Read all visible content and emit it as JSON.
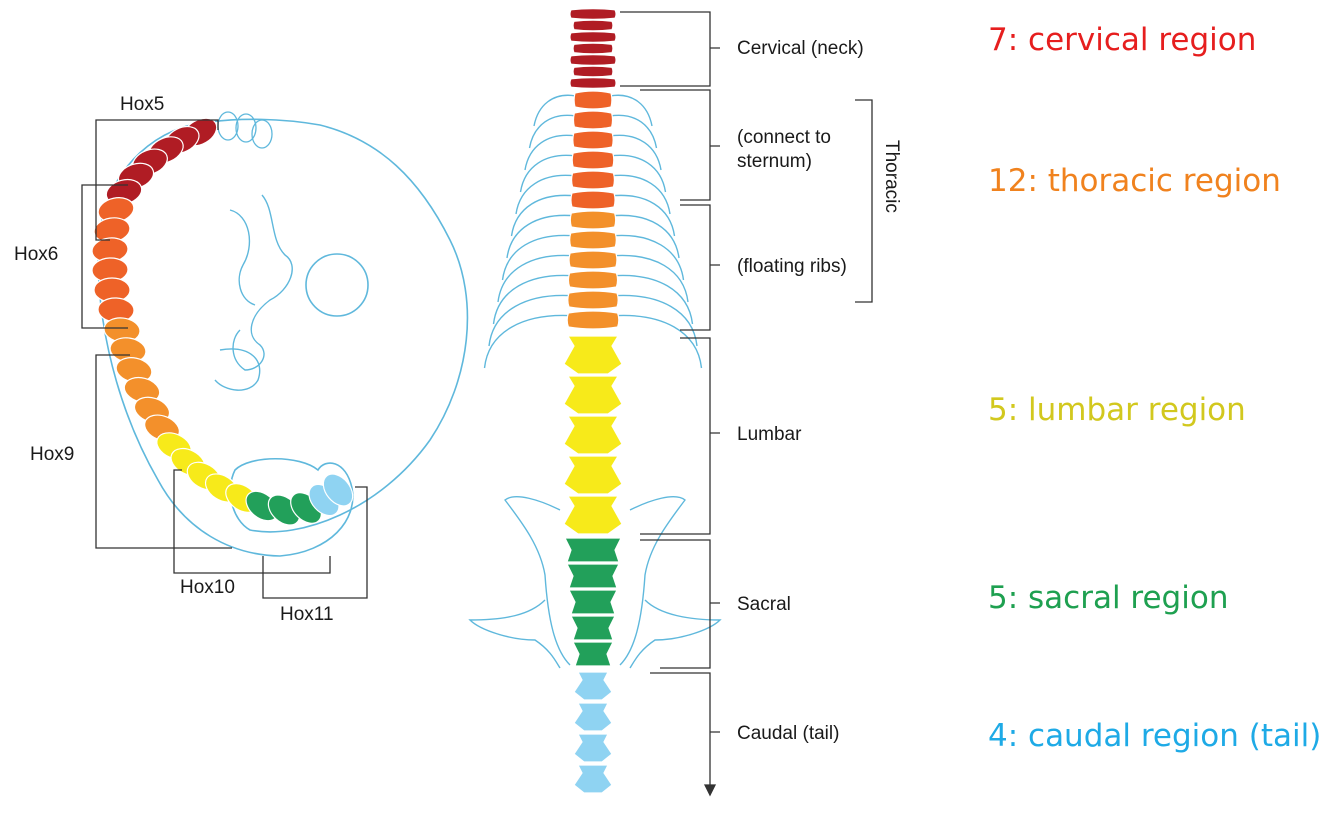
{
  "embryo": {
    "hox_labels": {
      "hox5": "Hox5",
      "hox6": "Hox6",
      "hox9": "Hox9",
      "hox10": "Hox10",
      "hox11": "Hox11"
    }
  },
  "spine": {
    "labels": {
      "cervical": "Cervical (neck)",
      "connect_to_sternum_line1": "(connect to",
      "connect_to_sternum_line2": "sternum)",
      "floating_ribs": "(floating ribs)",
      "thoracic": "Thoracic",
      "lumbar": "Lumbar",
      "sacral": "Sacral",
      "caudal": "Caudal (tail)"
    }
  },
  "regions": [
    {
      "text": "7: cervical region",
      "color": "#e61e1e"
    },
    {
      "text": "12: thoracic region",
      "color": "#f0821e"
    },
    {
      "text": "5: lumbar region",
      "color": "#d2c81e"
    },
    {
      "text": "5: sacral region",
      "color": "#1ea050"
    },
    {
      "text": "4: caudal region (tail)",
      "color": "#1eaae6"
    }
  ],
  "colors": {
    "cervical": "#b01c24",
    "thoracic_upper": "#ee6228",
    "thoracic_lower": "#f3902b",
    "lumbar": "#f7ea1a",
    "sacral": "#22a05a",
    "caudal": "#8fd3f2",
    "outline": "#5fb8dc"
  }
}
